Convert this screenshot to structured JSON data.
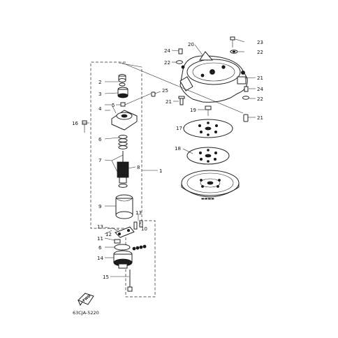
{
  "diagram": {
    "code": "63CJA-5220",
    "arrow_text": "FWD",
    "callouts": {
      "c20": "20",
      "c23": "23",
      "c24a": "24",
      "c22a": "22",
      "c22b": "22",
      "c21a": "21",
      "c24b": "24",
      "c21b": "21",
      "c22c": "22",
      "c21c": "21",
      "c19": "19",
      "c17": "17",
      "c18": "18",
      "c2": "2",
      "c3": "3",
      "c25": "25",
      "c4": "4",
      "c5": "5",
      "c16": "16",
      "c6a": "6",
      "c7": "7",
      "c8": "8",
      "c1": "1",
      "c9": "9",
      "c13a": "13",
      "c13b": "13",
      "c10": "10",
      "c12": "12",
      "c11": "11",
      "c6b": "6",
      "c14": "14",
      "c15": "15"
    }
  }
}
